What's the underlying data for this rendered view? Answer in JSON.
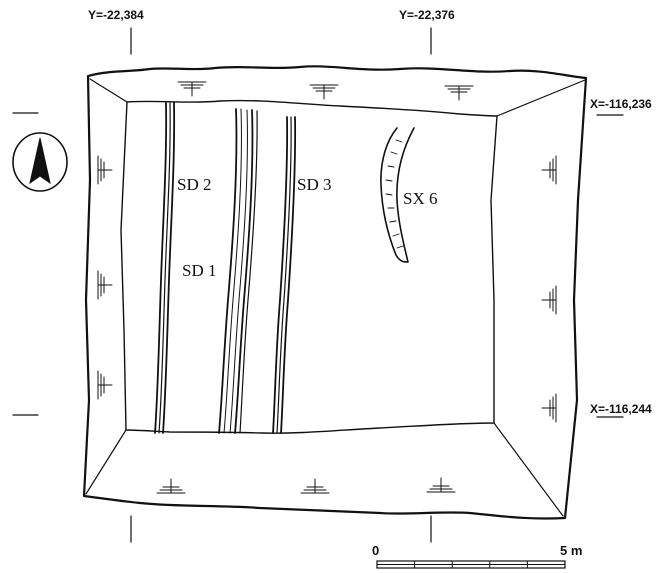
{
  "grid_labels": {
    "y_left": "Y=-22,384",
    "y_right": "Y=-22,376",
    "x_top": "X=-116,236",
    "x_bottom": "X=-116,244"
  },
  "features": {
    "sd1": "SD 1",
    "sd2": "SD 2",
    "sd3": "SD 3",
    "sx6": "SX 6"
  },
  "scale_bar": {
    "start": "0",
    "end": "5 m"
  },
  "north_arrow": "north-arrow-icon"
}
